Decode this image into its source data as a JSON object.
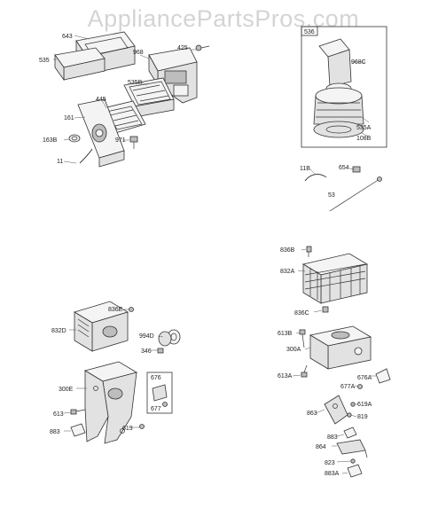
{
  "watermark": "AppliancePartsPros.com",
  "labels": {
    "l643": "643",
    "l535": "535",
    "l968": "968",
    "l425": "425",
    "l535B": "535B",
    "l445": "445",
    "l161": "161",
    "l163B": "163B",
    "l971": "971",
    "l11": "11",
    "l536": "536",
    "l968C": "968C",
    "l535A": "535A",
    "l108B": "108B",
    "l11B": "11B",
    "l654": "654",
    "l53": "53",
    "l836B": "836B",
    "l832A": "832A",
    "l836C": "836C",
    "l613B": "613B",
    "l300A": "300A",
    "l613A": "613A",
    "l676A": "676A",
    "l677A": "677A",
    "l863": "863",
    "l619A": "619A",
    "l819": "819",
    "l883": "883",
    "l864": "864",
    "l823": "823",
    "l883A": "883A",
    "l836E": "836E",
    "l832D": "832D",
    "l994D": "994D",
    "l346": "346",
    "l300E": "300E",
    "l676": "676",
    "l677": "677",
    "l613": "613",
    "l619": "619",
    "l883b": "883"
  }
}
